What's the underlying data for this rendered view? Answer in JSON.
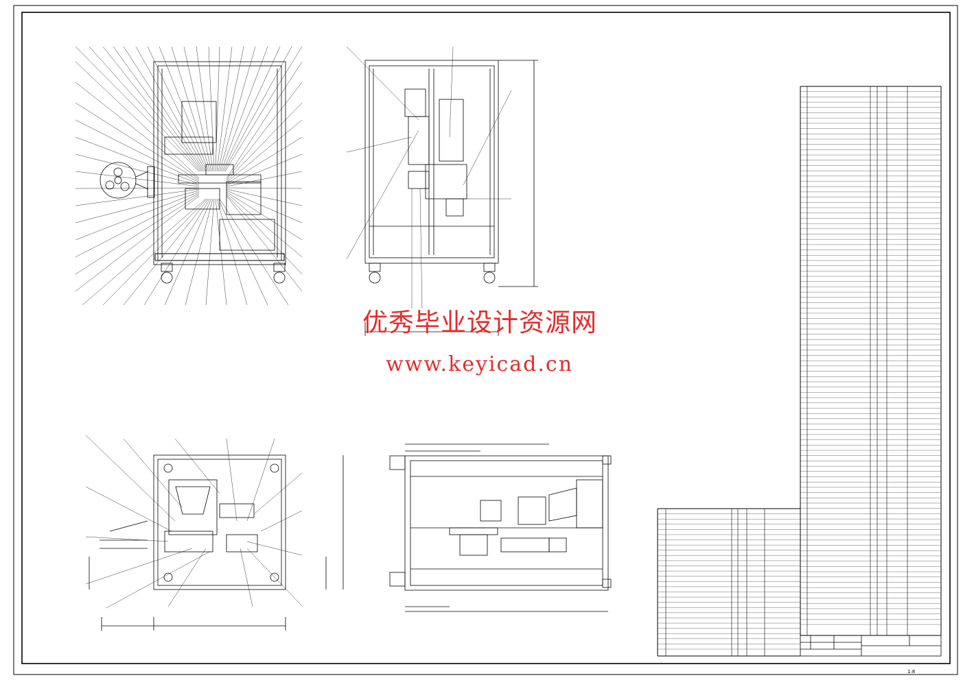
{
  "watermark": {
    "chinese": "优秀毕业设计资源网",
    "url": "www.keyicad.cn"
  },
  "title_block": {
    "name": "",
    "drawing_no": "",
    "scale": "1:8"
  },
  "colors": {
    "line": "#000000",
    "watermark": "#e52b2b",
    "background": "#ffffff"
  }
}
